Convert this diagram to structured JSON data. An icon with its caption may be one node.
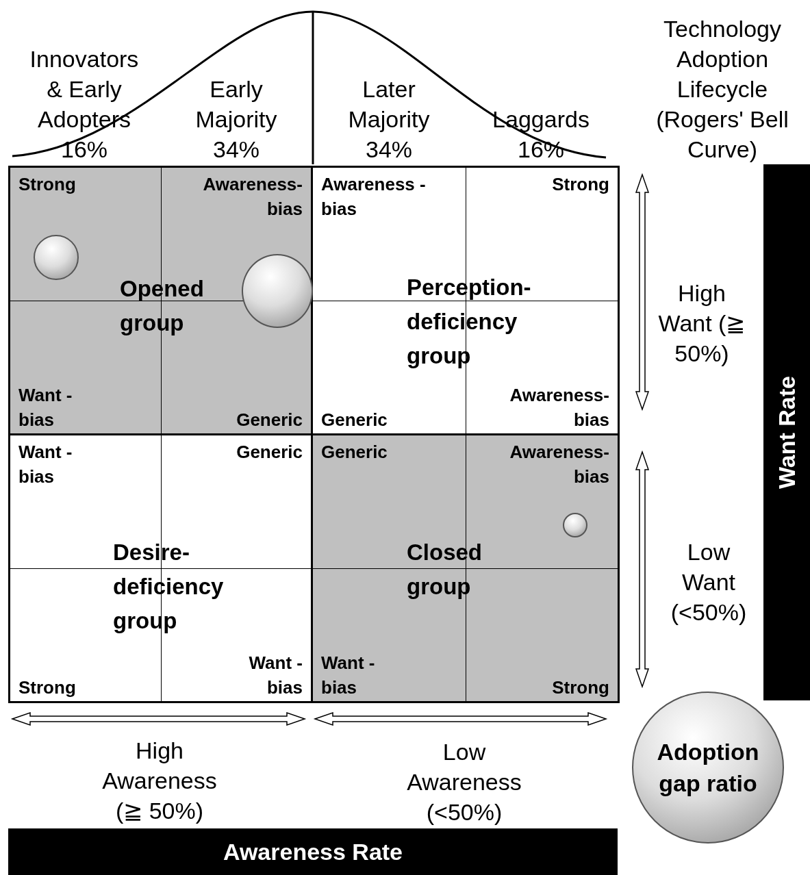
{
  "diagram": {
    "nodes": [
      {
        "text": [
          "Opened group",
          "Strong",
          "Awareness- bias",
          "Want -bias",
          "Generic"
        ]
      },
      {
        "text": [],
        "shape": "circle",
        "in": 0
      },
      {
        "text": [],
        "shape": "circle",
        "in": 0
      },
      {
        "text": [
          "Perception- deficiency group",
          "Awareness - bias",
          "Strong",
          "Generic",
          "Awareness- bias"
        ]
      },
      {
        "text": [
          "Desire- deficiency group",
          "Want -bias",
          "Generic",
          "Strong",
          "Want -bias"
        ]
      },
      {
        "text": [
          "Closed group",
          "Generic",
          "Awareness- bias",
          "Want -bias",
          "Strong"
        ]
      },
      {
        "text": [],
        "shape": "circle",
        "in": 5
      },
      {
        "text": [
          "Want Rate"
        ]
      },
      {
        "text": [
          "Awareness Rate"
        ]
      },
      {
        "text": [
          "Adoption gap ratio"
        ]
      }
    ],
    "labels": [
      "Innovators & Early Adopters 16%",
      "Early Majority 34%",
      "Later Majority 34%",
      "Laggards 16%",
      "Technology Adoption Lifecycle (Rogers' Bell Curve)",
      "High Want (≧ 50%)",
      "Low Want (<50%)",
      "High Awareness (≧ 50%)",
      "Low Awareness (<50%)"
    ]
  }
}
